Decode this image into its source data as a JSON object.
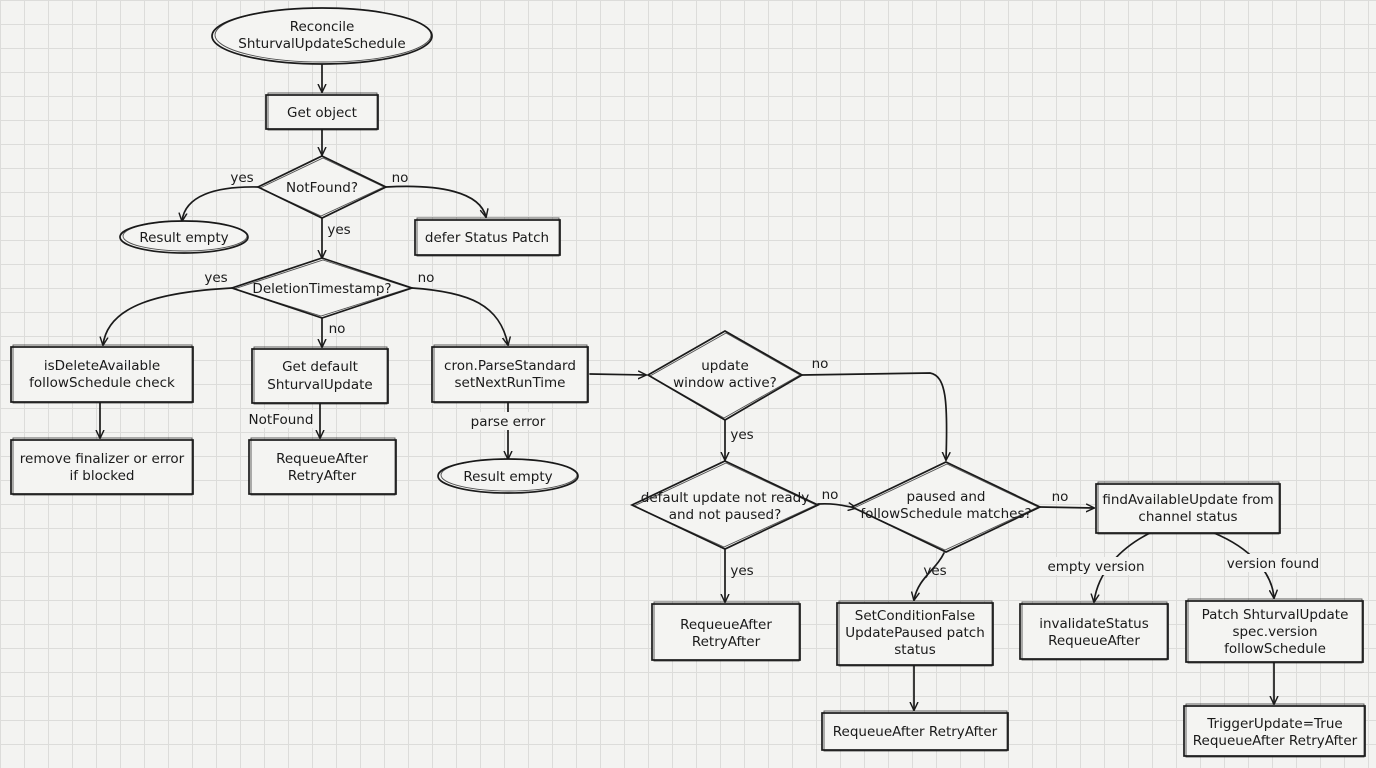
{
  "nodes": {
    "start": [
      "Reconcile",
      "ShturvalUpdateSchedule"
    ],
    "get_object": [
      "Get object"
    ],
    "not_found": [
      "NotFound?"
    ],
    "result_empty_1": [
      "Result empty"
    ],
    "defer_patch": [
      "defer Status Patch"
    ],
    "deletion_ts": [
      "DeletionTimestamp?"
    ],
    "is_delete": [
      "isDeleteAvailable",
      "followSchedule check"
    ],
    "remove_finalizer": [
      "remove finalizer or error",
      "if blocked"
    ],
    "get_default": [
      "Get default",
      "ShturvalUpdate"
    ],
    "requeue_1": [
      "RequeueAfter",
      "RetryAfter"
    ],
    "cron_parse": [
      "cron.ParseStandard",
      "setNextRunTime"
    ],
    "result_empty_2": [
      "Result empty"
    ],
    "window_active": [
      "update",
      "window active?"
    ],
    "default_not_ready": [
      "default update not ready",
      "and not paused?"
    ],
    "requeue_2": [
      "RequeueAfter",
      "RetryAfter"
    ],
    "paused_match": [
      "paused and",
      "followSchedule matches?"
    ],
    "set_condition": [
      "SetConditionFalse",
      "UpdatePaused patch",
      "status"
    ],
    "requeue_3": [
      "RequeueAfter RetryAfter"
    ],
    "find_update": [
      "findAvailableUpdate from",
      "channel status"
    ],
    "invalidate": [
      "invalidateStatus",
      "RequeueAfter"
    ],
    "patch_update": [
      "Patch ShturvalUpdate",
      "spec.version",
      "followSchedule"
    ],
    "trigger": [
      "TriggerUpdate=True",
      "RequeueAfter RetryAfter"
    ]
  },
  "edge_labels": {
    "nf_yes_left": "yes",
    "nf_no": "no",
    "nf_yes_down": "yes",
    "del_yes": "yes",
    "del_no_down": "no",
    "del_no_right": "no",
    "get_default_notfound": "NotFound",
    "parse_error": "parse error",
    "window_no": "no",
    "window_yes": "yes",
    "dnr_no": "no",
    "dnr_yes": "yes",
    "paused_no": "no",
    "paused_yes": "yes",
    "empty_version": "empty version",
    "version_found": "version found"
  }
}
